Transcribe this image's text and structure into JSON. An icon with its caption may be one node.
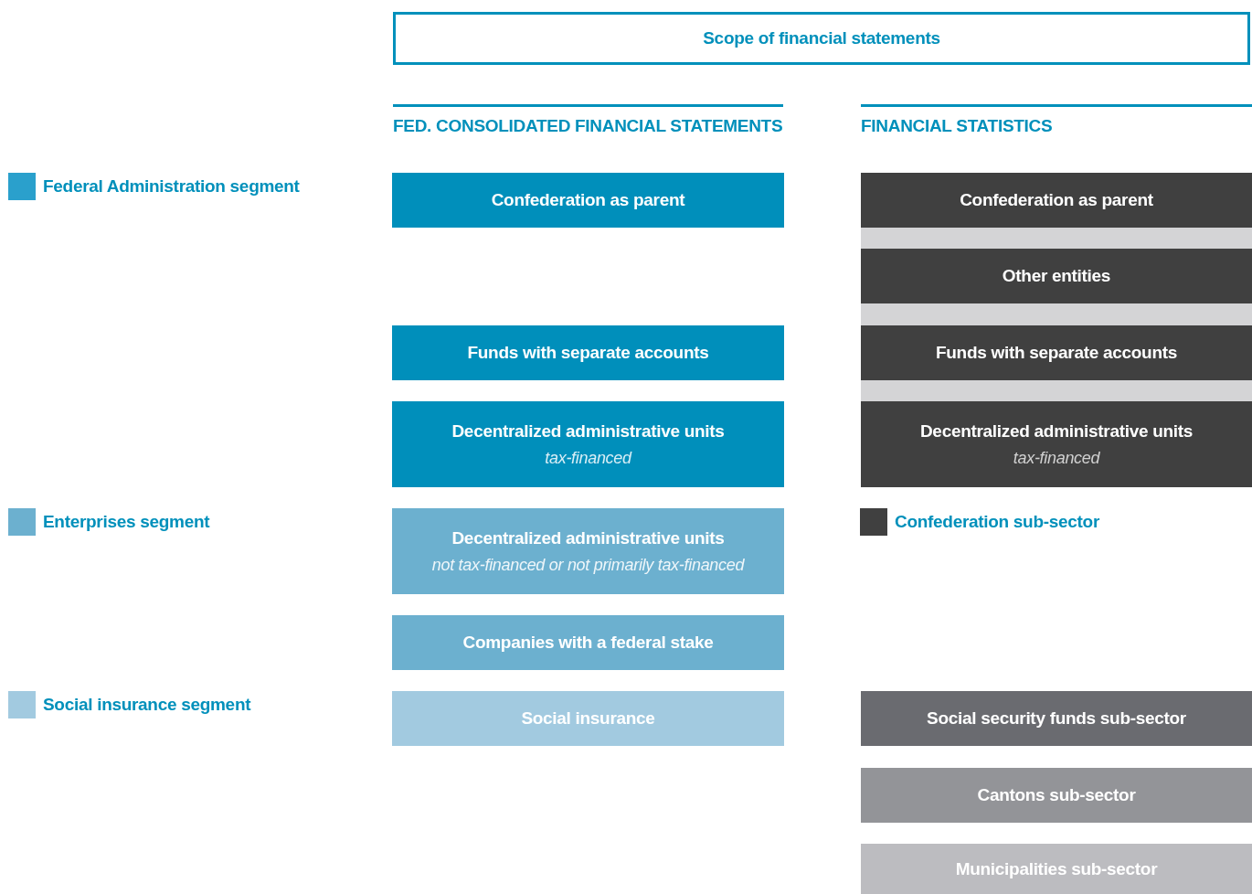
{
  "diagram": {
    "nodes": [
      {
        "text": [
          "Scope of financial statements"
        ]
      },
      {
        "text": [
          "Confederation as parent"
        ]
      },
      {
        "text": [
          "Funds with separate accounts"
        ]
      },
      {
        "text": [
          "Decentralized administrative units",
          "tax-financed"
        ]
      },
      {
        "text": [
          "Decentralized administrative units",
          "not tax-financed or not primarily tax-financed"
        ]
      },
      {
        "text": [
          "Companies with a federal stake"
        ]
      },
      {
        "text": [
          "Social insurance"
        ]
      },
      {
        "text": [
          "Confederation as parent"
        ]
      },
      {
        "text": [
          "Other entities"
        ]
      },
      {
        "text": [
          "Funds with separate accounts"
        ]
      },
      {
        "text": [
          "Decentralized administrative units",
          "tax-financed"
        ]
      },
      {
        "text": [
          "Social security funds sub-sector"
        ]
      },
      {
        "text": [
          "Cantons sub-sector"
        ]
      },
      {
        "text": [
          "Municipalities sub-sector"
        ]
      }
    ],
    "labels": [
      "FED. CONSOLIDATED FINANCIAL STATEMENTS",
      "FINANCIAL STATISTICS"
    ],
    "legend": [
      {
        "text": "Federal Administration segment",
        "color": "#2aa0cc"
      },
      {
        "text": "Enterprises segment",
        "color": "#6cb0cf"
      },
      {
        "text": "Social insurance segment",
        "color": "#a2cae0"
      },
      {
        "text": "Confederation sub-sector",
        "color": "#404040"
      }
    ]
  }
}
